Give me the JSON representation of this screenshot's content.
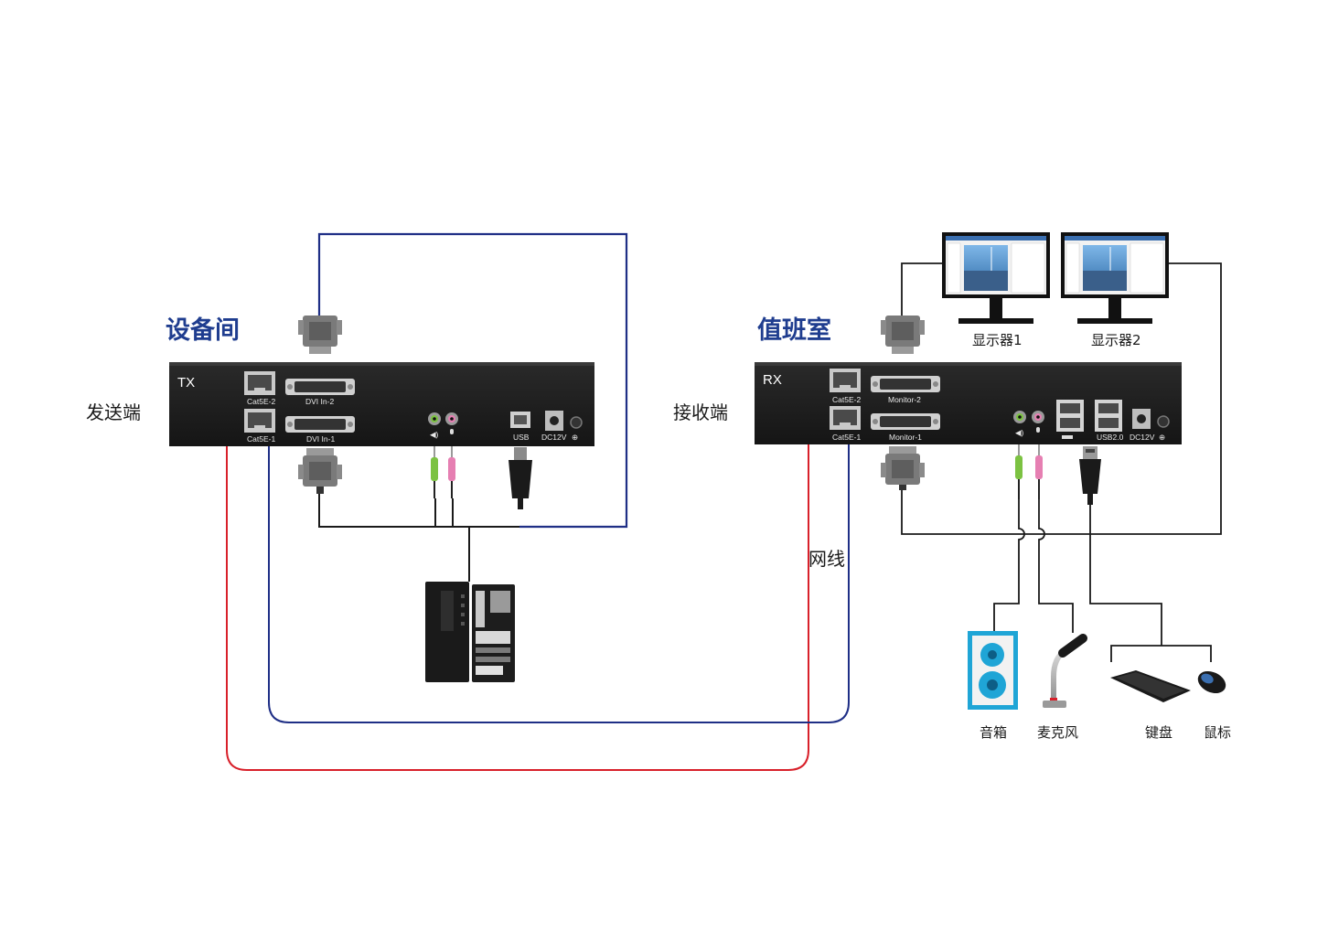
{
  "tx": {
    "room": "设备间",
    "side": "发送端",
    "id": "TX",
    "ports": {
      "cat_2": "Cat5E-2",
      "cat_1": "Cat5E-1",
      "dvi_2": "DVI In-2",
      "dvi_1": "DVI In-1",
      "usb": "USB",
      "dc": "DC12V"
    }
  },
  "rx": {
    "room": "值班室",
    "side": "接收端",
    "id": "RX",
    "ports": {
      "cat_2": "Cat5E-2",
      "cat_1": "Cat5E-1",
      "mon_2": "Monitor-2",
      "mon_1": "Monitor-1",
      "usb": "USB2.0",
      "dc": "DC12V"
    }
  },
  "cable_label": "网线",
  "devices": {
    "monitor_1": "显示器1",
    "monitor_2": "显示器2",
    "speaker": "音箱",
    "microphone": "麦克风",
    "keyboard": "键盘",
    "mouse": "鼠标"
  },
  "colors": {
    "title": "#1f3d8f",
    "red_cable": "#d8202a",
    "blue_cable": "#1f2f86",
    "box": "#1c1c1c",
    "speaker_blue": "#1fa5d6",
    "green_plug": "#7cc242",
    "pink_plug": "#e67fb2"
  }
}
